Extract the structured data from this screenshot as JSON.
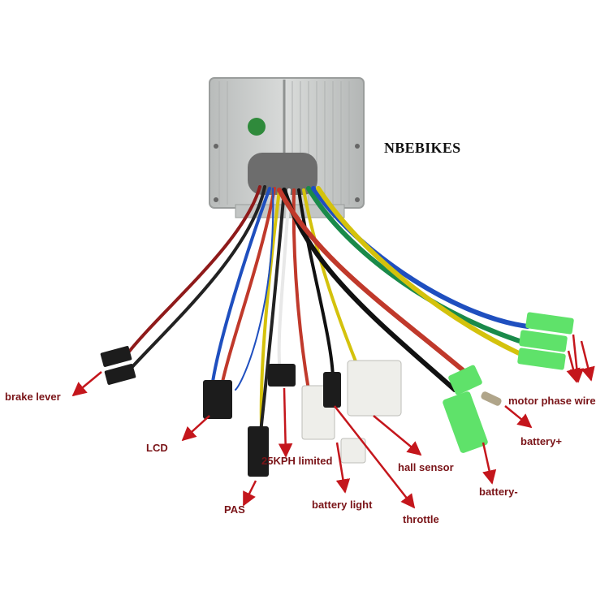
{
  "brand": "NBEBIKES",
  "labels": {
    "brake_lever": "brake lever",
    "lcd": "LCD",
    "pas": "PAS",
    "kph_limited": "25KPH limited",
    "battery_light": "battery light",
    "throttle": "throttle",
    "hall_sensor": "hall sensor",
    "battery_minus": "battery-",
    "battery_plus": "battery+",
    "motor_phase_wire": "motor phase wire"
  },
  "colors": {
    "arrow": "#c4161c",
    "label_text": "#7a1418",
    "controller_body": "#c9ccca",
    "connector_black": "#1c1c1c",
    "connector_white": "#eeeeea",
    "terminal_green": "#5fe26a"
  }
}
